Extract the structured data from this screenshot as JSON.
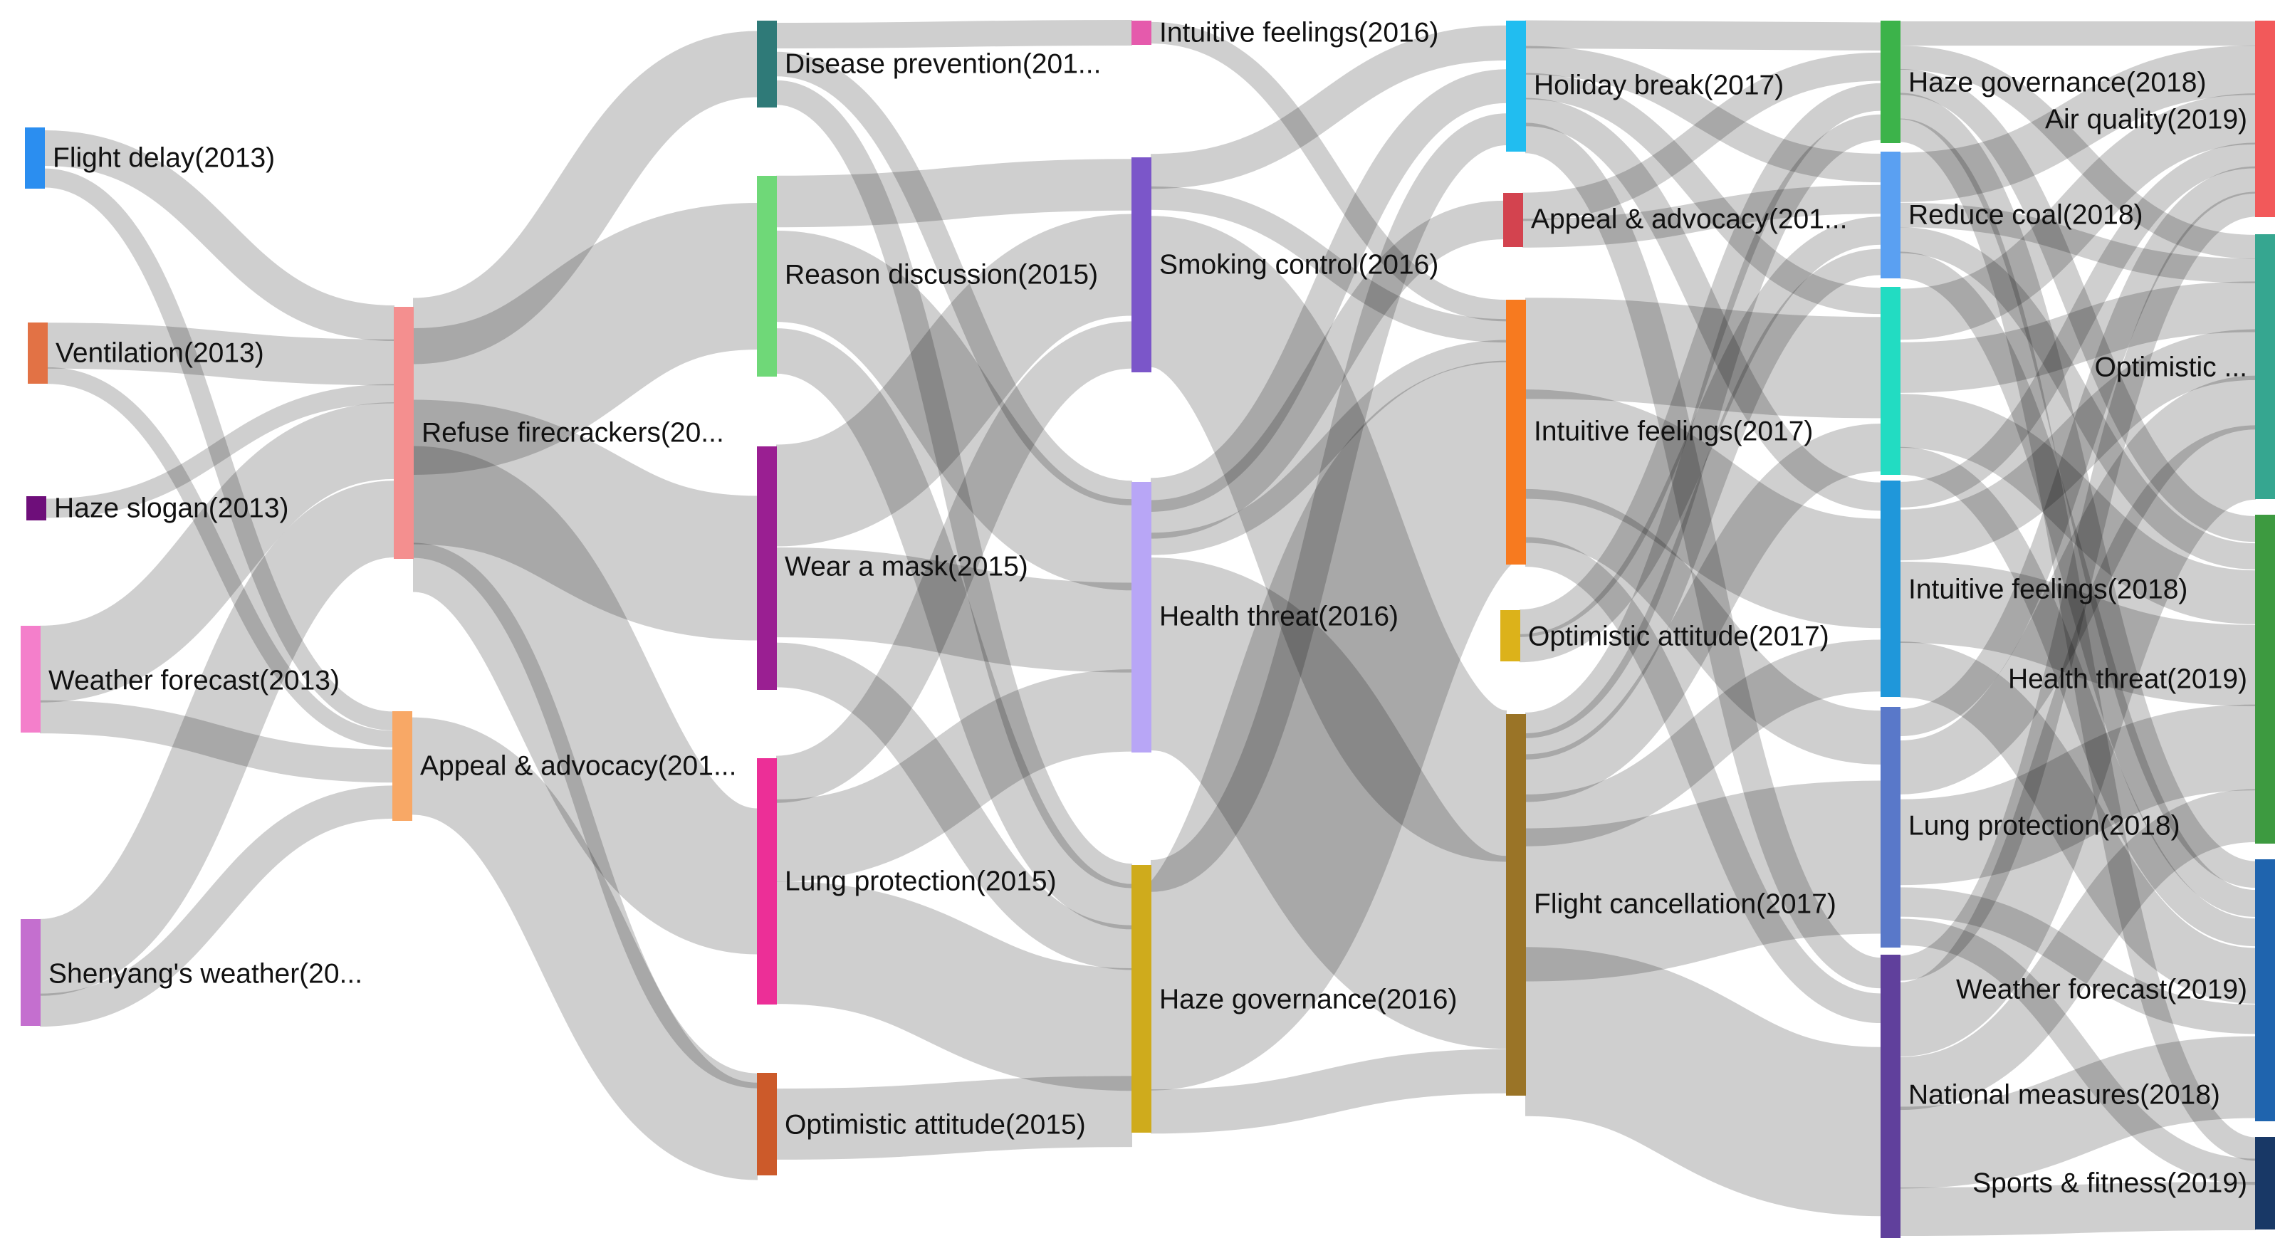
{
  "diagram": {
    "type": "sankey",
    "nodes": [
      {
        "id": "n2013_flight",
        "label": "Flight delay(2013)",
        "color": "#2b8ef0"
      },
      {
        "id": "n2013_vent",
        "label": "Ventilation(2013)",
        "color": "#e27245"
      },
      {
        "id": "n2013_slogan",
        "label": "Haze slogan(2013)",
        "color": "#6e0e7a"
      },
      {
        "id": "n2013_forecast",
        "label": "Weather forecast(2013)",
        "color": "#f47fcb"
      },
      {
        "id": "n2013_shenyang",
        "label": "Shenyang's weather(20...",
        "color": "#c46fcf"
      },
      {
        "id": "n2014_refuse",
        "label": "Refuse firecrackers(20...",
        "color": "#f48f8f"
      },
      {
        "id": "n2014_appeal",
        "label": "Appeal & advocacy(201...",
        "color": "#f8a866"
      },
      {
        "id": "n2015_disease",
        "label": "Disease prevention(201...",
        "color": "#2f7a78"
      },
      {
        "id": "n2015_reason",
        "label": "Reason discussion(2015)",
        "color": "#6fd878"
      },
      {
        "id": "n2015_mask",
        "label": "Wear a mask(2015)",
        "color": "#9a1f92"
      },
      {
        "id": "n2015_lung",
        "label": "Lung protection(2015)",
        "color": "#ec2f97"
      },
      {
        "id": "n2015_opt",
        "label": "Optimistic attitude(2015)",
        "color": "#cc5a2a"
      },
      {
        "id": "n2016_intuit",
        "label": "Intuitive feelings(2016)",
        "color": "#e55aac"
      },
      {
        "id": "n2016_smoke",
        "label": "Smoking control(2016)",
        "color": "#7b56c9"
      },
      {
        "id": "n2016_health",
        "label": "Health threat(2016)",
        "color": "#b8a6f6"
      },
      {
        "id": "n2016_haze",
        "label": "Haze governance(2016)",
        "color": "#cfab1c"
      },
      {
        "id": "n2017_holiday",
        "label": "Holiday break(2017)",
        "color": "#21bdf0"
      },
      {
        "id": "n2017_appeal",
        "label": "Appeal & advocacy(201...",
        "color": "#d3434f"
      },
      {
        "id": "n2017_intuit",
        "label": "Intuitive feelings(2017)",
        "color": "#f77a1f"
      },
      {
        "id": "n2017_opt",
        "label": "Optimistic attitude(2017)",
        "color": "#dcb21a"
      },
      {
        "id": "n2017_flight",
        "label": "Flight cancellation(2017)",
        "color": "#9a7427"
      },
      {
        "id": "n2018_haze",
        "label": "Haze governance(2018)",
        "color": "#3cb34a"
      },
      {
        "id": "n2018_coal",
        "label": "Reduce coal(2018)",
        "color": "#5aa0f2"
      },
      {
        "id": "n2018_teal",
        "label": "",
        "color": "#22dcc2"
      },
      {
        "id": "n2018_intuit",
        "label": "Intuitive feelings(2018)",
        "color": "#1f97da"
      },
      {
        "id": "n2018_lung",
        "label": "Lung protection(2018)",
        "color": "#5978c9"
      },
      {
        "id": "n2018_national",
        "label": "National measures(2018)",
        "color": "#60409c"
      },
      {
        "id": "n2019_air",
        "label": "Air quality(2019)",
        "color": "#f2595a"
      },
      {
        "id": "n2019_opt",
        "label": "Optimistic ...",
        "color": "#36a690"
      },
      {
        "id": "n2019_health",
        "label": "Health threat(2019)",
        "color": "#3d9a40"
      },
      {
        "id": "n2019_forecast",
        "label": "Weather forecast(2019)",
        "color": "#1f64ae"
      },
      {
        "id": "n2019_sports",
        "label": "Sports & fitness(2019)",
        "color": "#183866"
      }
    ],
    "links": [
      {
        "source": "n2013_flight",
        "target": "n2014_refuse",
        "value": 2
      },
      {
        "source": "n2013_flight",
        "target": "n2014_appeal",
        "value": 1
      },
      {
        "source": "n2013_vent",
        "target": "n2014_refuse",
        "value": 3
      },
      {
        "source": "n2013_vent",
        "target": "n2014_appeal",
        "value": 1
      },
      {
        "source": "n2013_slogan",
        "target": "n2014_refuse",
        "value": 1
      },
      {
        "source": "n2013_forecast",
        "target": "n2014_refuse",
        "value": 5
      },
      {
        "source": "n2013_forecast",
        "target": "n2014_appeal",
        "value": 2
      },
      {
        "source": "n2013_shenyang",
        "target": "n2014_refuse",
        "value": 5
      },
      {
        "source": "n2013_shenyang",
        "target": "n2014_appeal",
        "value": 2
      },
      {
        "source": "n2014_refuse",
        "target": "n2015_disease",
        "value": 3
      },
      {
        "source": "n2014_refuse",
        "target": "n2015_reason",
        "value": 6
      },
      {
        "source": "n2014_refuse",
        "target": "n2015_mask",
        "value": 3
      },
      {
        "source": "n2014_refuse",
        "target": "n2015_lung",
        "value": 3
      },
      {
        "source": "n2014_refuse",
        "target": "n2015_opt",
        "value": 1
      },
      {
        "source": "n2014_appeal",
        "target": "n2015_opt",
        "value": 6
      },
      {
        "source": "n2015_disease",
        "target": "n2016_intuit",
        "value": 1
      },
      {
        "source": "n2015_disease",
        "target": "n2016_health",
        "value": 1
      },
      {
        "source": "n2015_disease",
        "target": "n2016_haze",
        "value": 1
      },
      {
        "source": "n2015_reason",
        "target": "n2016_smoke",
        "value": 2
      },
      {
        "source": "n2015_reason",
        "target": "n2016_health",
        "value": 4
      },
      {
        "source": "n2015_reason",
        "target": "n2016_haze",
        "value": 2
      },
      {
        "source": "n2015_mask",
        "target": "n2016_smoke",
        "value": 4
      },
      {
        "source": "n2015_mask",
        "target": "n2016_health",
        "value": 4
      },
      {
        "source": "n2015_mask",
        "target": "n2016_haze",
        "value": 2
      },
      {
        "source": "n2015_lung",
        "target": "n2016_smoke",
        "value": 2
      },
      {
        "source": "n2015_lung",
        "target": "n2016_health",
        "value": 4
      },
      {
        "source": "n2015_lung",
        "target": "n2016_haze",
        "value": 6
      },
      {
        "source": "n2015_opt",
        "target": "n2016_haze",
        "value": 2
      },
      {
        "source": "n2016_intuit",
        "target": "n2017_intuit",
        "value": 1
      },
      {
        "source": "n2016_smoke",
        "target": "n2017_holiday",
        "value": 1
      },
      {
        "source": "n2016_smoke",
        "target": "n2017_intuit",
        "value": 1
      },
      {
        "source": "n2016_smoke",
        "target": "n2017_flight",
        "value": 6
      },
      {
        "source": "n2016_health",
        "target": "n2017_holiday",
        "value": 1
      },
      {
        "source": "n2016_health",
        "target": "n2017_appeal",
        "value": 1
      },
      {
        "source": "n2016_health",
        "target": "n2017_intuit",
        "value": 1
      },
      {
        "source": "n2016_health",
        "target": "n2017_flight",
        "value": 8
      },
      {
        "source": "n2016_haze",
        "target": "n2017_holiday",
        "value": 1
      },
      {
        "source": "n2016_haze",
        "target": "n2017_intuit",
        "value": 10
      },
      {
        "source": "n2016_haze",
        "target": "n2017_flight",
        "value": 2
      },
      {
        "source": "n2017_holiday",
        "target": "n2018_haze",
        "value": 1
      },
      {
        "source": "n2017_holiday",
        "target": "n2018_coal",
        "value": 1
      },
      {
        "source": "n2017_holiday",
        "target": "n2018_teal",
        "value": 1
      },
      {
        "source": "n2017_holiday",
        "target": "n2018_intuit",
        "value": 1
      },
      {
        "source": "n2017_holiday",
        "target": "n2018_national",
        "value": 1
      },
      {
        "source": "n2017_appeal",
        "target": "n2018_haze",
        "value": 1
      },
      {
        "source": "n2017_appeal",
        "target": "n2018_coal",
        "value": 1
      },
      {
        "source": "n2017_intuit",
        "target": "n2018_teal",
        "value": 4
      },
      {
        "source": "n2017_intuit",
        "target": "n2018_intuit",
        "value": 4
      },
      {
        "source": "n2017_intuit",
        "target": "n2018_lung",
        "value": 2
      },
      {
        "source": "n2017_intuit",
        "target": "n2018_national",
        "value": 1
      },
      {
        "source": "n2017_opt",
        "target": "n2018_haze",
        "value": 1
      },
      {
        "source": "n2017_opt",
        "target": "n2018_coal",
        "value": 1
      },
      {
        "source": "n2017_flight",
        "target": "n2018_haze",
        "value": 1
      },
      {
        "source": "n2017_flight",
        "target": "n2018_coal",
        "value": 1
      },
      {
        "source": "n2017_flight",
        "target": "n2018_teal",
        "value": 2
      },
      {
        "source": "n2017_flight",
        "target": "n2018_intuit",
        "value": 2
      },
      {
        "source": "n2017_flight",
        "target": "n2018_lung",
        "value": 6
      },
      {
        "source": "n2017_flight",
        "target": "n2018_national",
        "value": 6
      },
      {
        "source": "n2018_haze",
        "target": "n2019_air",
        "value": 1
      },
      {
        "source": "n2018_haze",
        "target": "n2019_opt",
        "value": 1
      },
      {
        "source": "n2018_haze",
        "target": "n2019_health",
        "value": 1
      },
      {
        "source": "n2018_haze",
        "target": "n2019_forecast",
        "value": 1
      },
      {
        "source": "n2018_haze",
        "target": "n2019_sports",
        "value": 1
      },
      {
        "source": "n2018_coal",
        "target": "n2019_air",
        "value": 2
      },
      {
        "source": "n2018_coal",
        "target": "n2019_opt",
        "value": 1
      },
      {
        "source": "n2018_coal",
        "target": "n2019_health",
        "value": 1
      },
      {
        "source": "n2018_coal",
        "target": "n2019_forecast",
        "value": 1
      },
      {
        "source": "n2018_teal",
        "target": "n2019_air",
        "value": 2
      },
      {
        "source": "n2018_teal",
        "target": "n2019_opt",
        "value": 2
      },
      {
        "source": "n2018_teal",
        "target": "n2019_health",
        "value": 2
      },
      {
        "source": "n2018_teal",
        "target": "n2019_forecast",
        "value": 1
      },
      {
        "source": "n2018_intuit",
        "target": "n2019_air",
        "value": 1
      },
      {
        "source": "n2018_intuit",
        "target": "n2019_opt",
        "value": 2
      },
      {
        "source": "n2018_intuit",
        "target": "n2019_health",
        "value": 3
      },
      {
        "source": "n2018_intuit",
        "target": "n2019_forecast",
        "value": 2
      },
      {
        "source": "n2018_lung",
        "target": "n2019_air",
        "value": 1
      },
      {
        "source": "n2018_lung",
        "target": "n2019_opt",
        "value": 2
      },
      {
        "source": "n2018_lung",
        "target": "n2019_health",
        "value": 3
      },
      {
        "source": "n2018_lung",
        "target": "n2019_forecast",
        "value": 1
      },
      {
        "source": "n2018_lung",
        "target": "n2019_sports",
        "value": 1
      },
      {
        "source": "n2018_national",
        "target": "n2019_air",
        "value": 1
      },
      {
        "source": "n2018_national",
        "target": "n2019_opt",
        "value": 3
      },
      {
        "source": "n2018_national",
        "target": "n2019_health",
        "value": 2
      },
      {
        "source": "n2018_national",
        "target": "n2019_forecast",
        "value": 3
      },
      {
        "source": "n2018_national",
        "target": "n2019_sports",
        "value": 2
      }
    ]
  }
}
